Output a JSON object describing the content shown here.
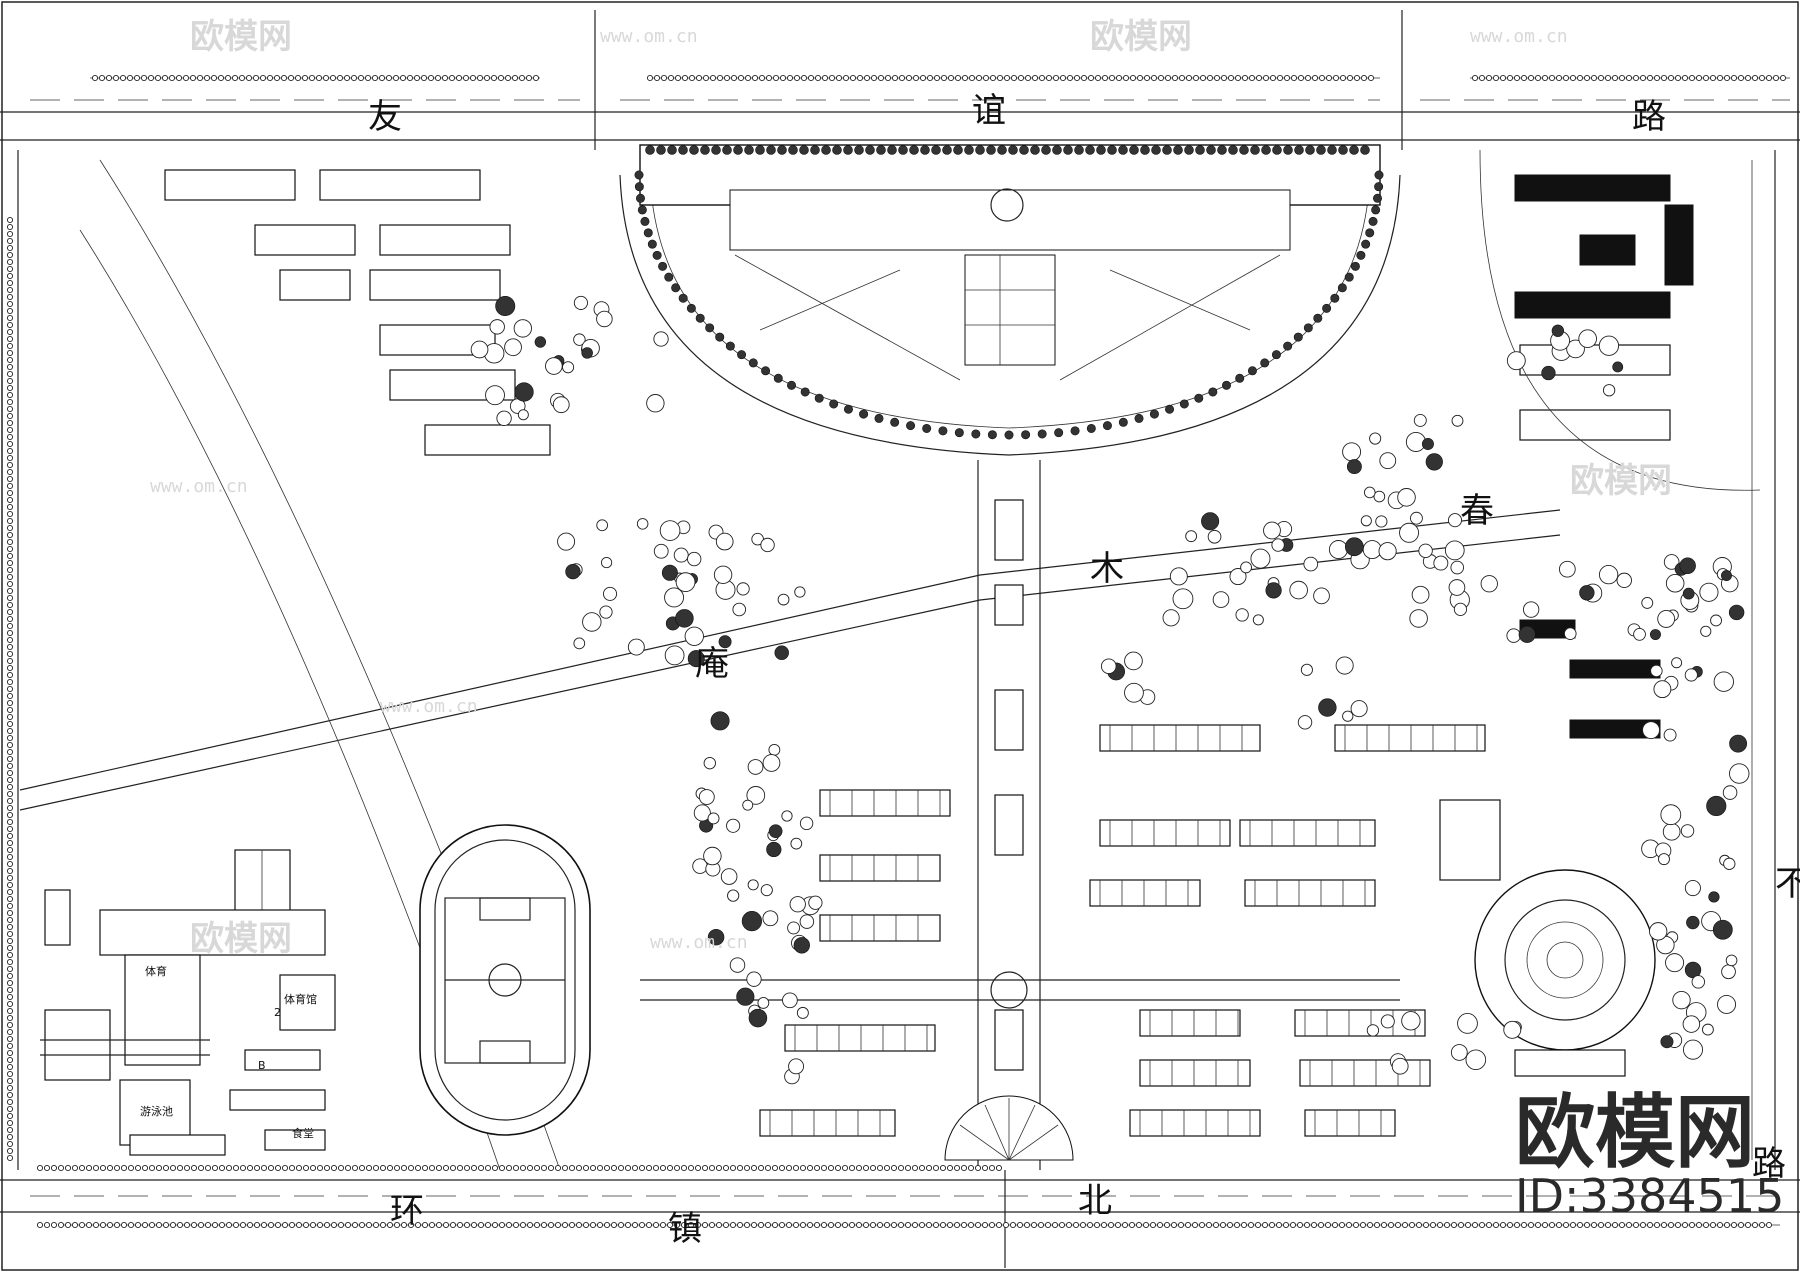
{
  "road_labels": {
    "north_1": "友",
    "north_2": "谊",
    "north_3": "路",
    "south_1": "环",
    "south_2": "镇",
    "south_3": "北",
    "south_4": "路",
    "center_1": "春",
    "center_2": "木",
    "center_3": "庵",
    "east_1": "不"
  },
  "facility_labels": {
    "sports_hall": "体育馆",
    "hall_a": "体育",
    "gym": "游泳池",
    "canteen": "食堂",
    "zone_b": "B",
    "zone_2": "2"
  },
  "watermark": {
    "brand": "欧模网",
    "url": "www.om.cn",
    "id_text": "ID:3384515"
  }
}
